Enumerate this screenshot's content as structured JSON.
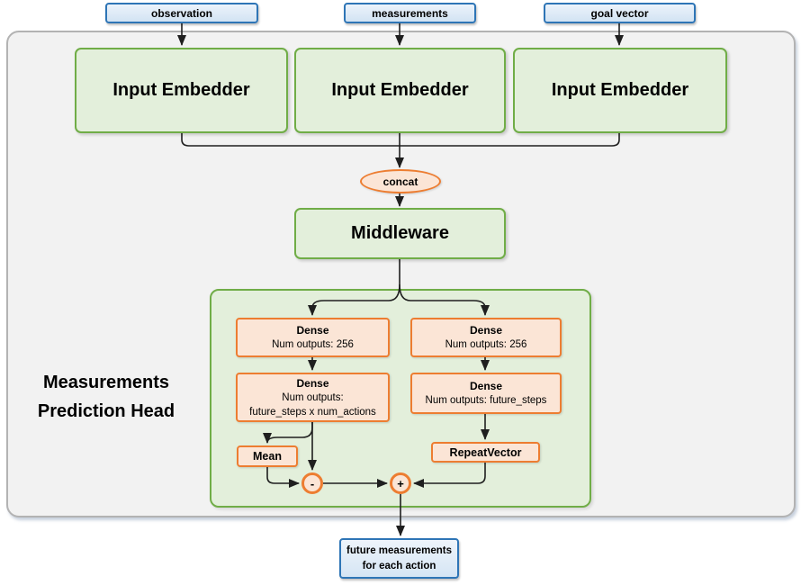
{
  "colors": {
    "blue_border": "#2E75B6",
    "blue_fill": "#DEEBF7",
    "green_border": "#70AD47",
    "green_fill": "#E2EFDA",
    "orange_border": "#ED7D31",
    "orange_fill": "#FBE5D6",
    "panel_fill": "#F2F2F2",
    "panel_border": "#B3B3B3",
    "wire": "#1F1F1F"
  },
  "inputs": {
    "observation": "observation",
    "measurements": "measurements",
    "goal_vector": "goal vector"
  },
  "embedders": {
    "left": "Input Embedder",
    "center": "Input Embedder",
    "right": "Input Embedder"
  },
  "concat": {
    "label": "concat"
  },
  "middleware": {
    "label": "Middleware"
  },
  "head": {
    "title_line1": "Measurements",
    "title_line2": "Prediction Head",
    "dense_action_1": {
      "title": "Dense",
      "sub": "Num outputs: 256"
    },
    "dense_action_2": {
      "title": "Dense",
      "sub_line1": "Num outputs:",
      "sub_line2": "future_steps x num_actions"
    },
    "dense_meas_1": {
      "title": "Dense",
      "sub": "Num outputs: 256"
    },
    "dense_meas_2": {
      "title": "Dense",
      "sub": "Num outputs: future_steps"
    },
    "mean": {
      "label": "Mean"
    },
    "repeat_vector": {
      "label": "RepeatVector"
    },
    "subtract": {
      "label": "-"
    },
    "add": {
      "label": "+"
    }
  },
  "output": {
    "line1": "future measurements",
    "line2": "for each action"
  }
}
